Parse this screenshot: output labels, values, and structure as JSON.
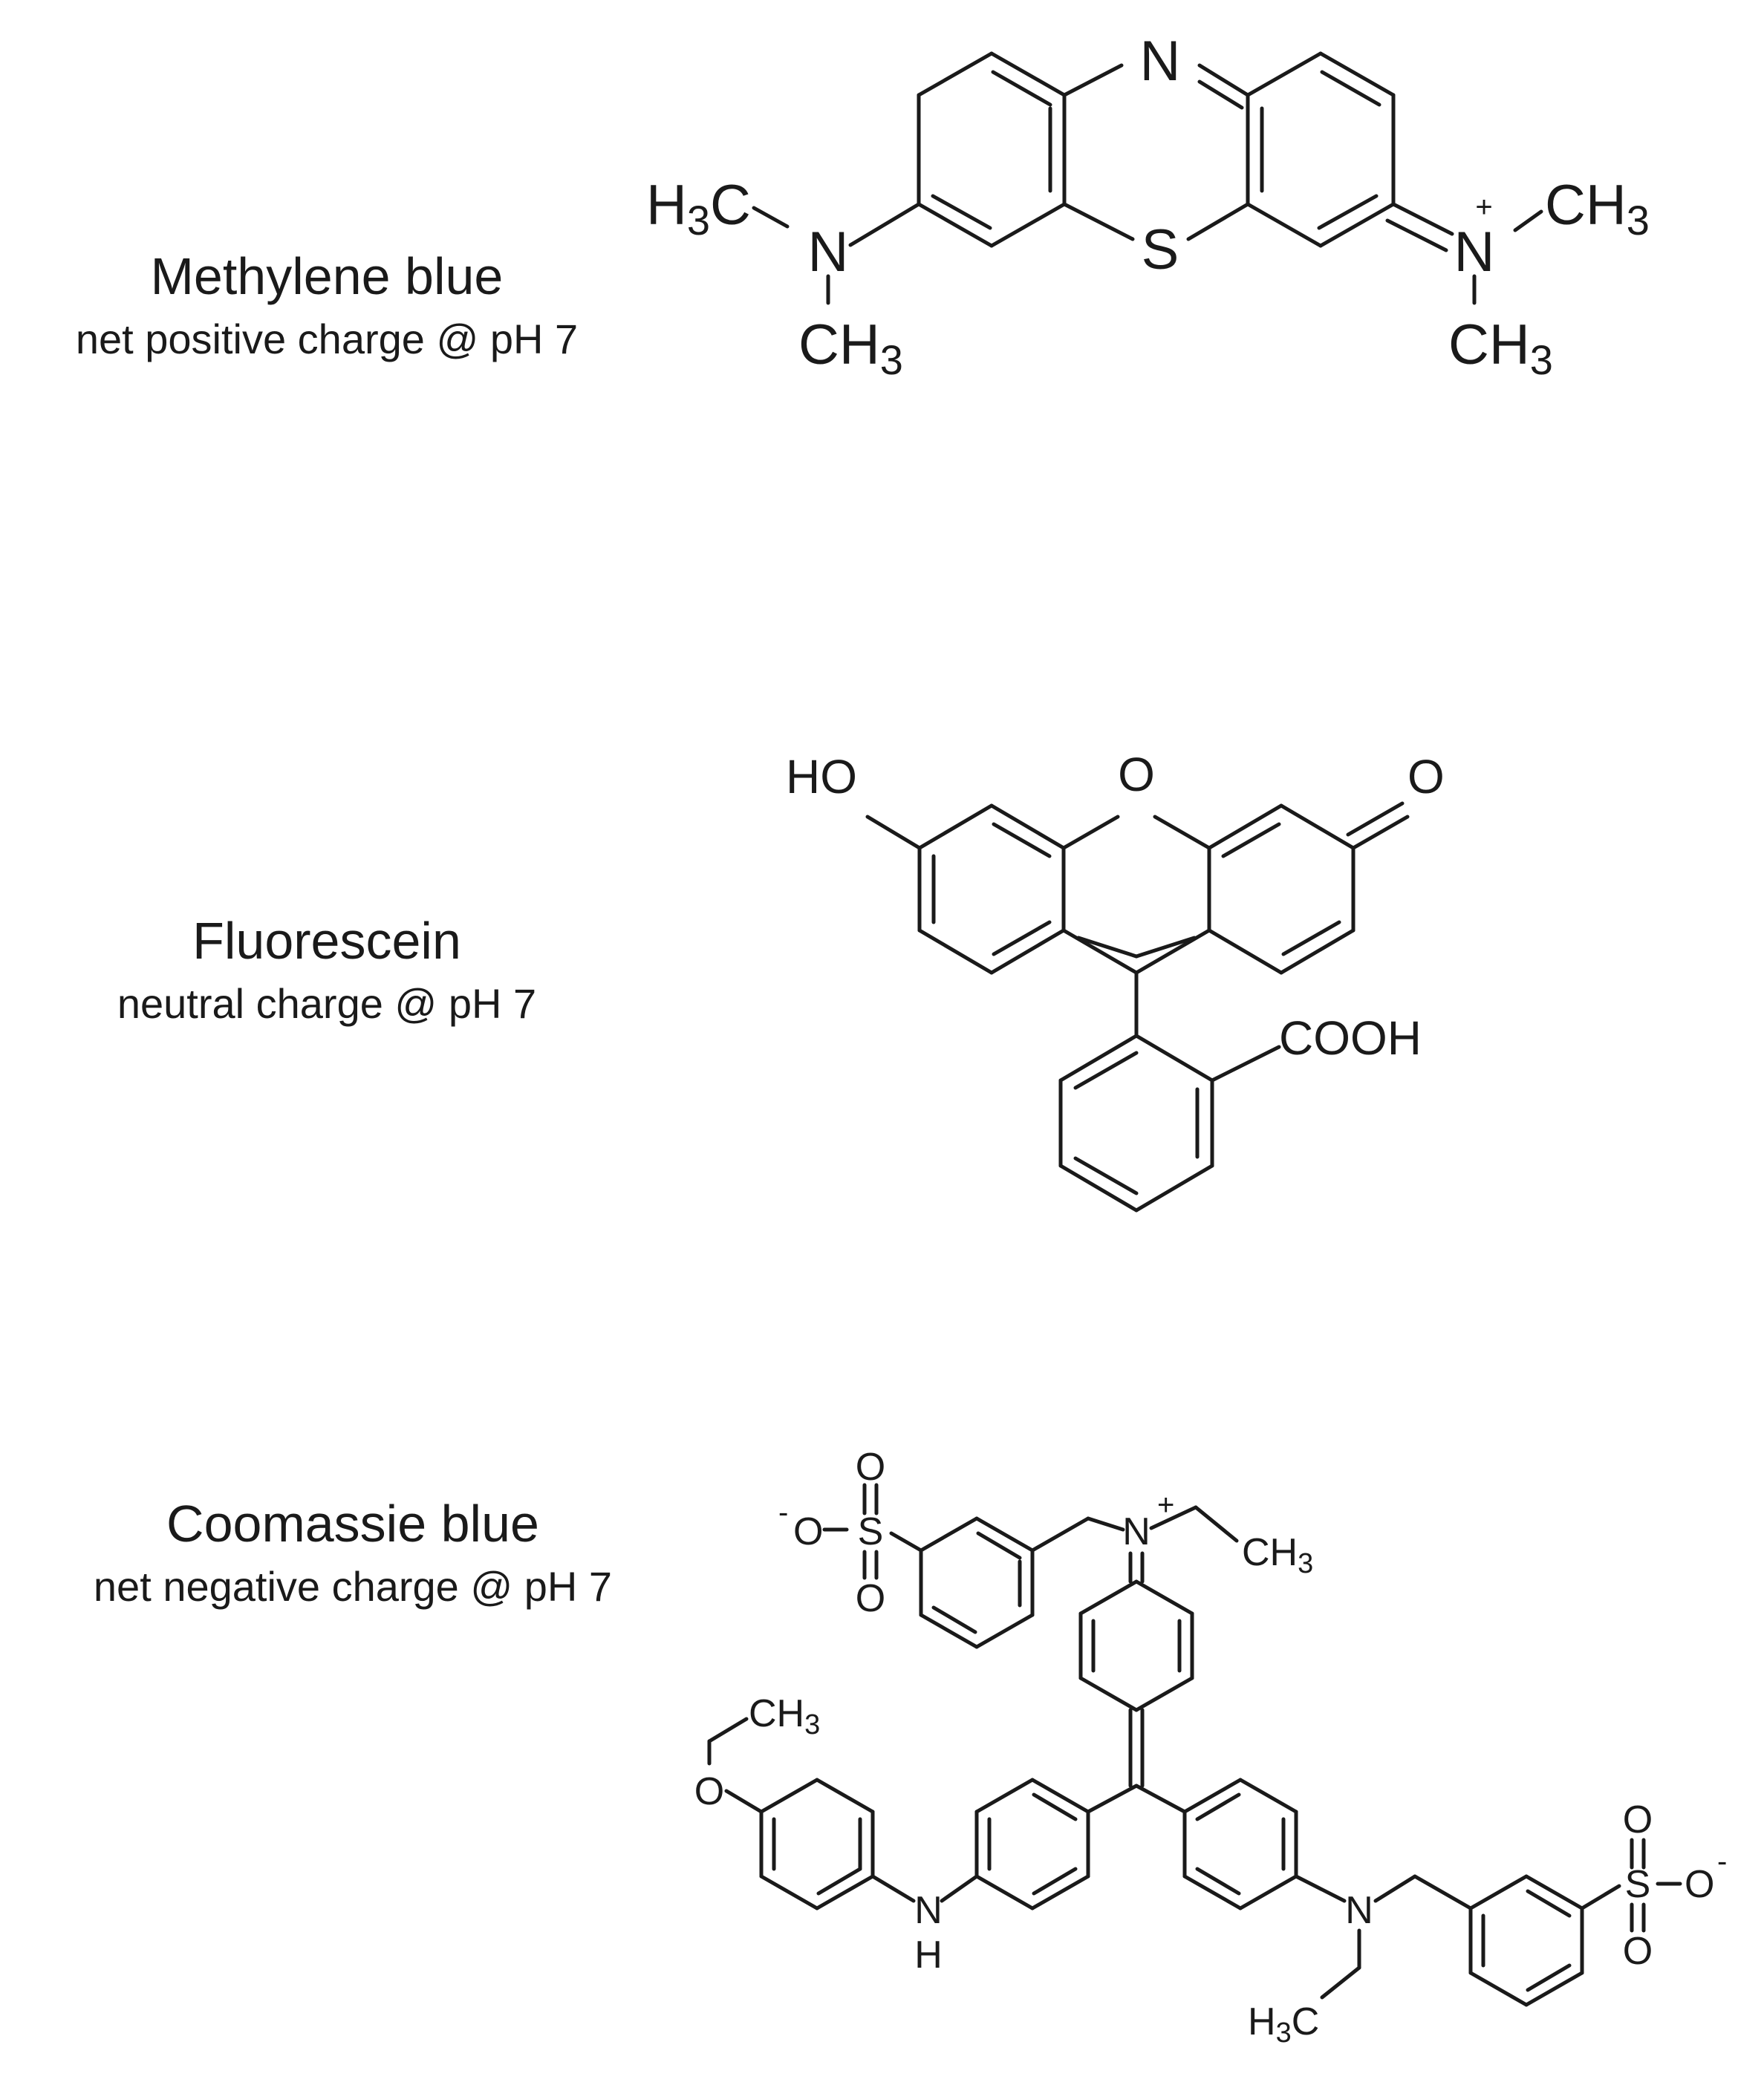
{
  "dyes": [
    {
      "name": "Methylene blue",
      "charge": "net positive charge @ pH 7"
    },
    {
      "name": "Fluorescein",
      "charge": "neutral charge @ pH 7"
    },
    {
      "name": "Coomassie blue",
      "charge": "net negative charge @ pH 7"
    }
  ],
  "atoms": {
    "N": "N",
    "S": "S",
    "O": "O",
    "HO": "HO",
    "COOH": "COOH",
    "NH": "N",
    "H": "H",
    "H3C": "H3C",
    "CH3": "CH3",
    "plus": "+",
    "minus": "-"
  }
}
